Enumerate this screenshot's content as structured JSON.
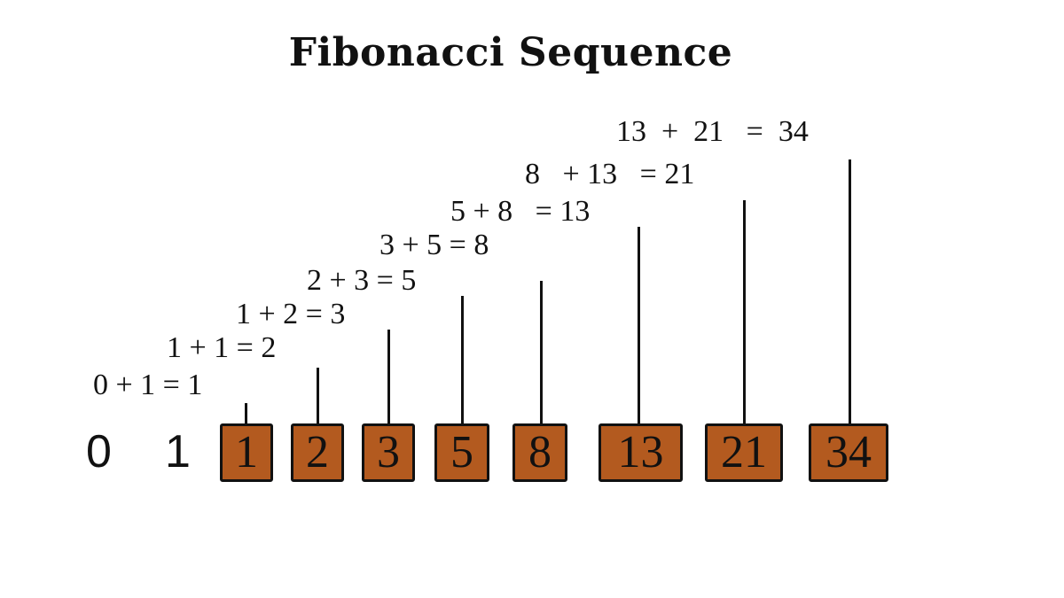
{
  "title": "Fibonacci Sequence",
  "sequence_plain": [
    "0",
    "1"
  ],
  "sequence_boxes": [
    "1",
    "2",
    "3",
    "5",
    "8",
    "13",
    "21",
    "34"
  ],
  "equations": [
    "0 + 1 = 1",
    "1 + 1 = 2",
    "1 + 2 = 3",
    "2 + 3 = 5",
    "3 + 5 = 8",
    "5 + 8   = 13",
    "8   + 13   = 21",
    "13  +  21   =  34"
  ],
  "colors": {
    "box_fill": "#b35a1f",
    "line": "#111111",
    "text": "#111111"
  }
}
